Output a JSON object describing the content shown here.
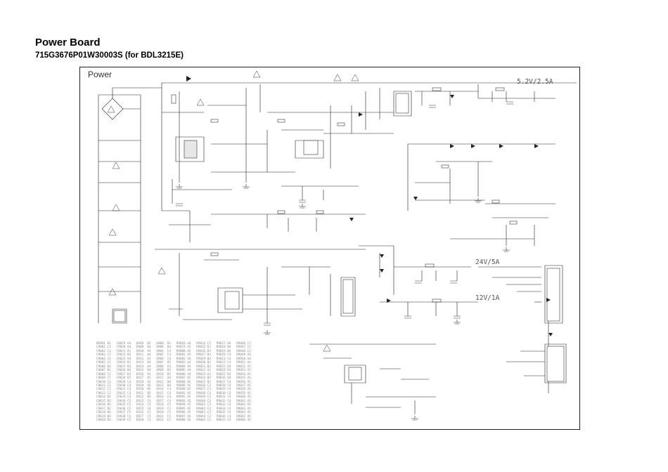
{
  "page": {
    "title": "Power Board",
    "subtitle": "715G3676P01W30003S (for BDL3215E)"
  },
  "schematic": {
    "section_label": "Power",
    "outputs": {
      "out_5v": "5.2V/2.5A",
      "out_24v": "24V/5A",
      "out_12v": "12V/1A"
    }
  },
  "colors": {
    "line": "#222222",
    "component": "#333333",
    "reference_text": "#888888",
    "highlight": "#e6e6e6"
  }
}
